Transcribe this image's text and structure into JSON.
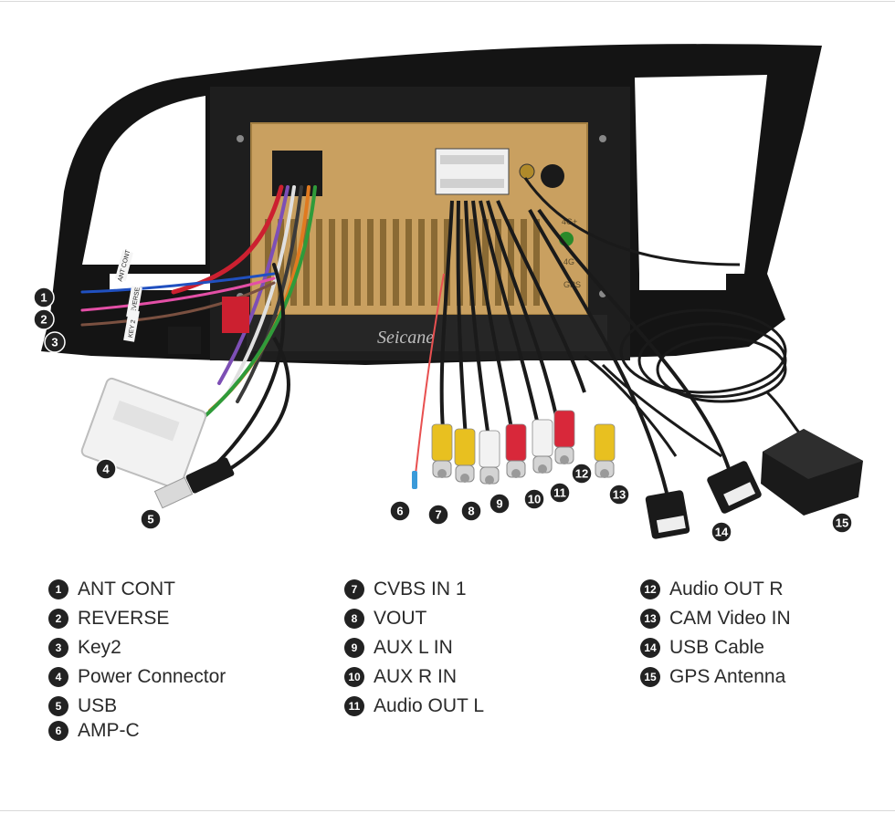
{
  "brand": "Seicane",
  "sticker_labels": [
    "ANT CONT",
    "REVERSE",
    "KEY 2"
  ],
  "legend": [
    {
      "num": "1",
      "label": "ANT CONT"
    },
    {
      "num": "2",
      "label": "REVERSE"
    },
    {
      "num": "3",
      "label": "Key2"
    },
    {
      "num": "4",
      "label": "Power Connector"
    },
    {
      "num": "5",
      "label": "USB"
    },
    {
      "num": "6",
      "label": "AMP-C"
    },
    {
      "num": "7",
      "label": "CVBS IN 1"
    },
    {
      "num": "8",
      "label": "VOUT"
    },
    {
      "num": "9",
      "label": "AUX L IN"
    },
    {
      "num": "10",
      "label": "AUX R IN"
    },
    {
      "num": "11",
      "label": "Audio OUT L"
    },
    {
      "num": "12",
      "label": "Audio OUT R"
    },
    {
      "num": "13",
      "label": "CAM Video IN"
    },
    {
      "num": "14",
      "label": "USB Cable"
    },
    {
      "num": "15",
      "label": "GPS Antenna"
    }
  ],
  "colors": {
    "bezel": "#141414",
    "chassis": "#c9a060",
    "cable": "#1a1a1a",
    "rca_yellow": "#e8c020",
    "rca_red": "#d8283a",
    "rca_white": "#f2f2f2",
    "badge": "#222222"
  }
}
